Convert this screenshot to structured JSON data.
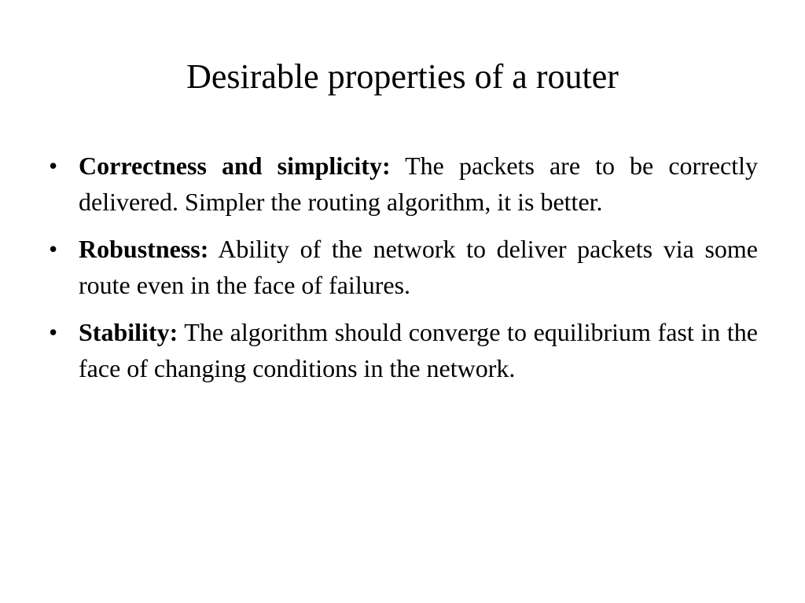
{
  "slide": {
    "title": "Desirable properties of a router",
    "bullet_symbol": "•",
    "bullets": [
      {
        "term": "Correctness and simplicity:",
        "text": "The packets are to be correctly delivered. Simpler the routing algorithm, it is better."
      },
      {
        "term": "Robustness:",
        "text": "Ability of the network to deliver packets via some route even in the face of failures."
      },
      {
        "term": "Stability:",
        "text": "The algorithm should converge to equilibrium fast in the face of changing conditions in the network."
      }
    ]
  }
}
